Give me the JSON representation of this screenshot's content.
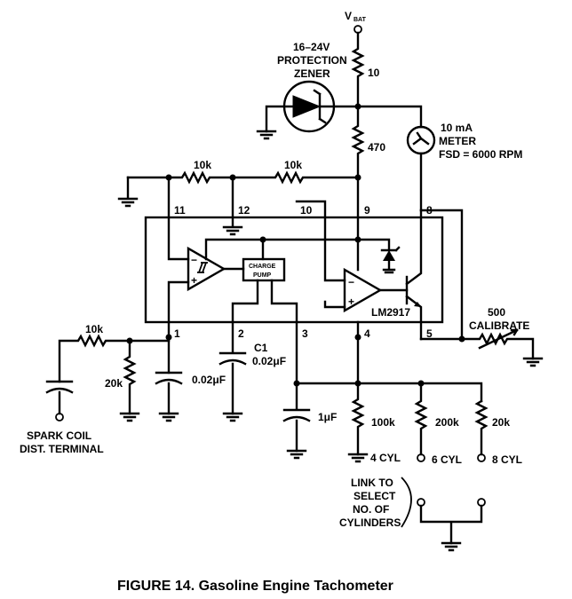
{
  "labels": {
    "vbat": "V",
    "vbat_sub": "BAT",
    "zener_l1": "16–24V",
    "zener_l2": "PROTECTION",
    "zener_l3": "ZENER",
    "r_top": "10",
    "r_470": "470",
    "meter_l1": "10 mA",
    "meter_l2": "METER",
    "meter_l3": "FSD = 6000 RPM",
    "r_10k_a": "10k",
    "r_10k_b": "10k",
    "pin_11": "11",
    "pin_12": "12",
    "pin_10": "10",
    "pin_9": "9",
    "pin_8": "8",
    "pin_1": "1",
    "pin_2": "2",
    "pin_3": "3",
    "pin_4": "4",
    "pin_5": "5",
    "charge_l1": "CHARGE",
    "charge_l2": "PUMP",
    "ic_name": "LM2917",
    "pot": "500",
    "pot_label": "CALIBRATE",
    "r_10k_in": "10k",
    "r_20k_in": "20k",
    "c_in": "0.02μF",
    "c1_name": "C1",
    "c1_val": "0.02μF",
    "c_1uf": "1μF",
    "r_100k": "100k",
    "r_200k": "200k",
    "r_20k_out": "20k",
    "cyl4": "4 CYL",
    "cyl6": "6 CYL",
    "cyl8": "8 CYL",
    "spark_l1": "SPARK COIL",
    "spark_l2": "DIST. TERMINAL",
    "link_l1": "LINK TO",
    "link_l2": "SELECT",
    "link_l3": "NO. OF",
    "link_l4": "CYLINDERS"
  },
  "caption": "FIGURE 14. Gasoline Engine Tachometer"
}
